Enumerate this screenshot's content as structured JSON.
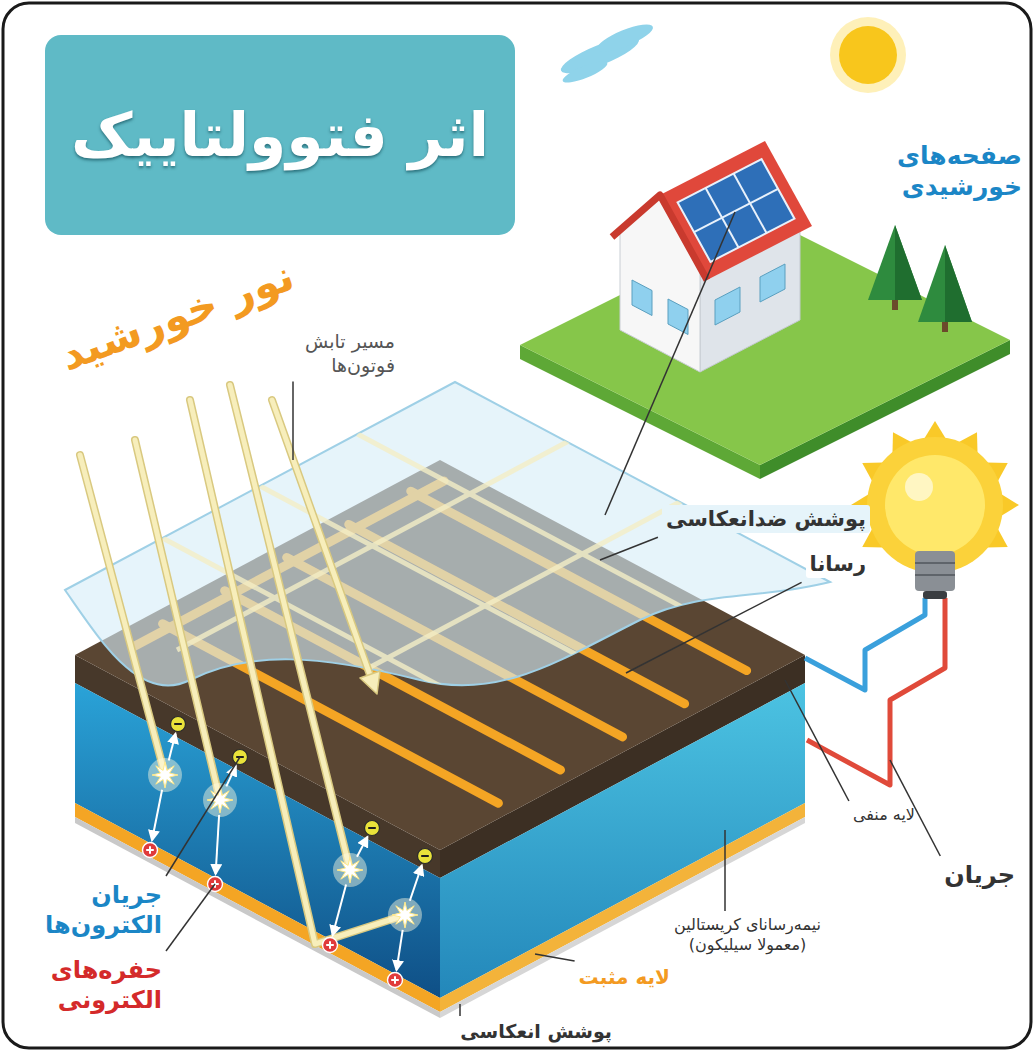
{
  "diagram": {
    "title": "اثر فتوولتاییک",
    "labels": [
      "صفحه‌های خورشیدی",
      "نور خورشید",
      "مسیر تابش فوتون‌ها",
      "پوشش ضدانعکاسی",
      "رسانا",
      "جریان الکترون‌ها",
      "لایه منفی",
      "نیمه‌رسانای کریستالین (معمولا سیلیکون)",
      "جریان",
      "حفره‌های الکترونی",
      "لایه مثبت",
      "پوشش انعکاسی"
    ]
  }
}
